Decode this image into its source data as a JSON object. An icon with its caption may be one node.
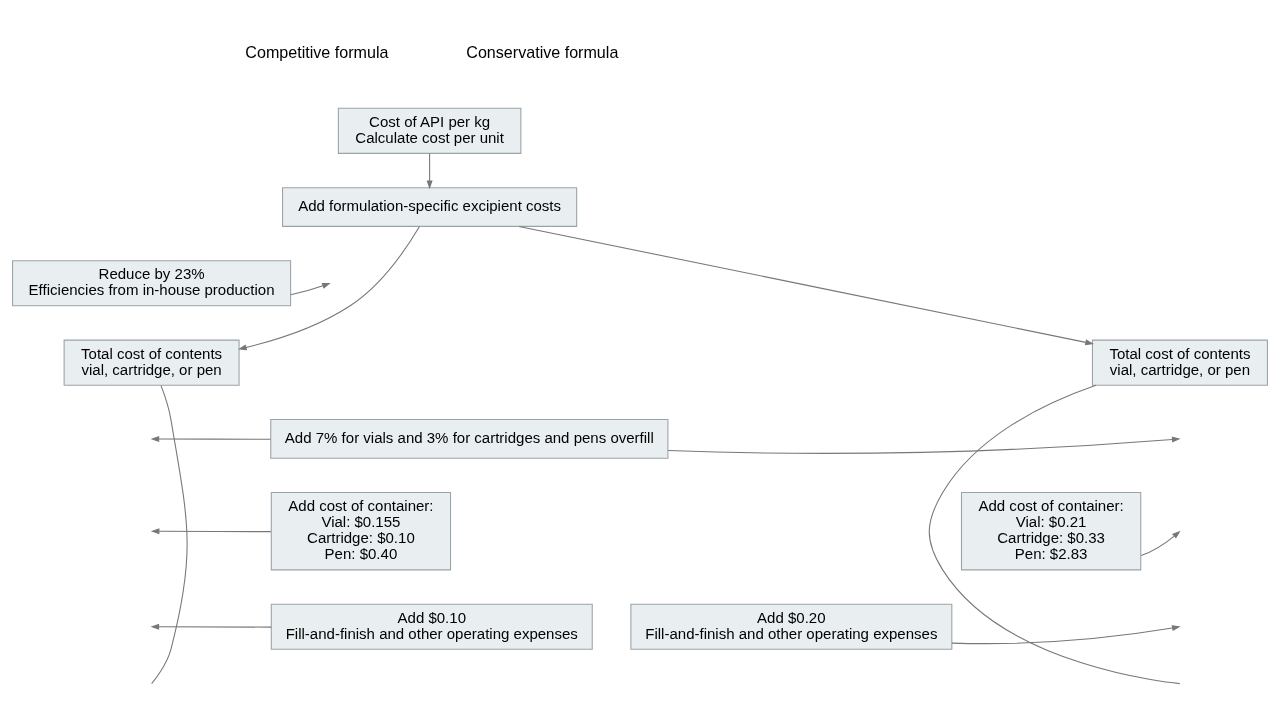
{
  "diagram": {
    "nodes": [
      {
        "text": [
          "Cost of API per kg",
          "Calculate cost per unit"
        ]
      },
      {
        "text": [
          "Add formulation-specific excipient costs"
        ]
      },
      {
        "text": [
          "Reduce by 23%",
          "Efficiencies from in-house production"
        ]
      },
      {
        "text": [
          "Total cost of contents",
          "vial, cartridge, or pen"
        ]
      },
      {
        "text": [
          "Total cost of contents",
          "vial, cartridge, or pen"
        ]
      },
      {
        "text": [
          "Add 7% for vials and 3% for cartridges and pens overfill"
        ]
      },
      {
        "text": [
          "Add cost of container:",
          "Vial: $0.155",
          "Cartridge: $0.10",
          "Pen: $0.40"
        ]
      },
      {
        "text": [
          "Add cost of container:",
          "Vial: $0.21",
          "Cartridge: $0.33",
          "Pen: $2.83"
        ]
      },
      {
        "text": [
          "Add $0.10",
          "Fill-and-finish and other operating expenses"
        ]
      },
      {
        "text": [
          "Add $0.20",
          "Fill-and-finish and other operating expenses"
        ]
      }
    ],
    "edges": [
      {
        "from": 0,
        "to": 1,
        "arrow": "to"
      },
      {
        "from": 1,
        "to": 3,
        "arrow": "to"
      },
      {
        "from": 1,
        "to": 4,
        "arrow": "to"
      },
      {
        "from": 2,
        "to": null,
        "arrow": "to"
      },
      {
        "from": 5,
        "to": null,
        "arrow": "to"
      },
      {
        "from": 5,
        "to": null,
        "arrow": "to"
      },
      {
        "from": 6,
        "to": null,
        "arrow": "to"
      },
      {
        "from": 7,
        "to": null,
        "arrow": "to"
      },
      {
        "from": 8,
        "to": null,
        "arrow": "to"
      },
      {
        "from": 9,
        "to": null,
        "arrow": "to"
      },
      {
        "from": 3,
        "to": null,
        "arrow": "none"
      },
      {
        "from": 4,
        "to": null,
        "arrow": "none"
      }
    ],
    "labels": [
      "Competitive formula",
      "Conservative formula"
    ]
  }
}
